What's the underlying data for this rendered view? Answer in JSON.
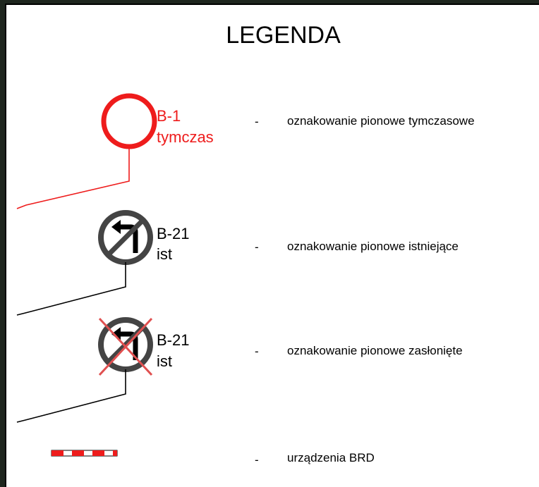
{
  "legend": {
    "title": "LEGENDA",
    "items": [
      {
        "code": "B-1",
        "sub": "tymczas",
        "dash": "-",
        "description": "oznakowanie pionowe tymczasowe",
        "symbol": "sign-b1-temporary",
        "color": "#ee1c1c"
      },
      {
        "code": "B-21",
        "sub": "ist",
        "dash": "-",
        "description": "oznakowanie pionowe istniejące",
        "symbol": "sign-b21-existing",
        "color": "#000000"
      },
      {
        "code": "B-21",
        "sub": "ist",
        "dash": "-",
        "description": "oznakowanie pionowe zasłonięte",
        "symbol": "sign-b21-covered",
        "color": "#000000"
      },
      {
        "code": "",
        "sub": "",
        "dash": "-",
        "description": "urządzenia BRD",
        "symbol": "road-safety-barrier",
        "color": "#ee1c1c"
      }
    ]
  },
  "colors": {
    "temporary": "#ee1c1c",
    "sign_ring": "#444444",
    "cross": "#e05050",
    "background_frame": "#1e261e"
  }
}
